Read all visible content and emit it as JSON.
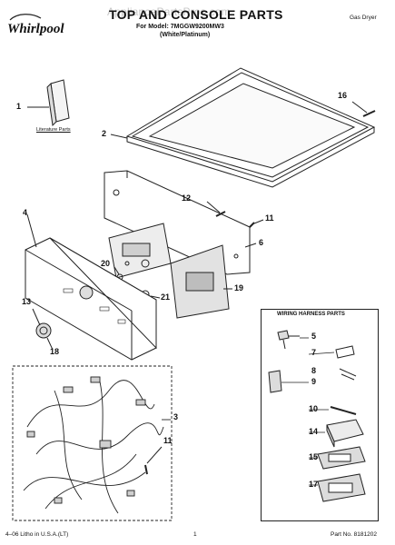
{
  "header": {
    "title": "TOP AND CONSOLE PARTS",
    "model": "For Model: 7MGGW9200MW3",
    "color": "(White/Platinum)",
    "doc_type": "Gas Dryer",
    "watermark": "AppliancePartsPros.com",
    "brand": "Whirlpool"
  },
  "literature_label": "Literature Parts",
  "wiring_box_title": "WIRING HARNESS PARTS",
  "callouts": {
    "c1": "1",
    "c2": "2",
    "c3": "3",
    "c4": "4",
    "c5": "5",
    "c6": "6",
    "c7": "7",
    "c8": "8",
    "c9": "9",
    "c10": "10",
    "c11a": "11",
    "c11b": "11",
    "c12": "12",
    "c13": "13",
    "c14": "14",
    "c15": "15",
    "c16": "16",
    "c17": "17",
    "c18": "18",
    "c19": "19",
    "c20": "20",
    "c21": "21"
  },
  "footer": {
    "left": "4–06 Litho in U.S.A.(LT)",
    "page": "1",
    "part_no": "Part No. 8181202"
  }
}
